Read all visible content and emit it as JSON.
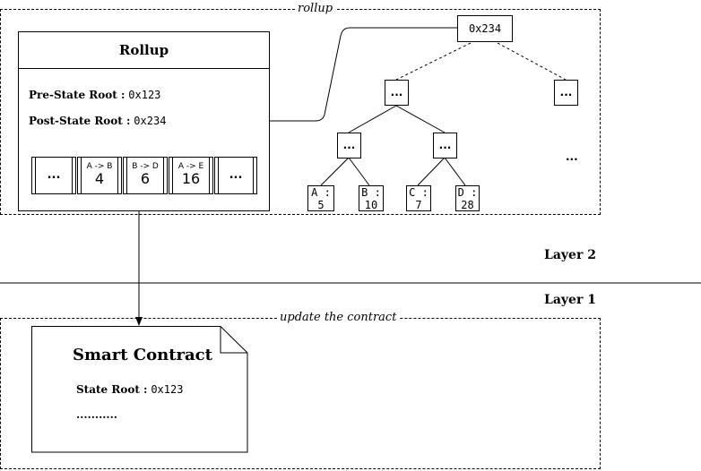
{
  "regions": {
    "rollup_label": "rollup",
    "contract_label": "update the contract"
  },
  "rollup": {
    "title": "Rollup",
    "pre_state_label": "Pre-State Root :",
    "pre_state_value": "0x123",
    "post_state_label": "Post-State Root :",
    "post_state_value": "0x234",
    "transactions": [
      {
        "top": "",
        "bottom": "...",
        "kind": "ellipsis"
      },
      {
        "top": "A -> B",
        "bottom": "4",
        "kind": "tx"
      },
      {
        "top": "B -> D",
        "bottom": "6",
        "kind": "tx"
      },
      {
        "top": "A -> E",
        "bottom": "16",
        "kind": "tx"
      },
      {
        "top": "",
        "bottom": "...",
        "kind": "ellipsis"
      }
    ]
  },
  "tree": {
    "root": "0x234",
    "level1_left": "...",
    "level1_right": "...",
    "level2_left": "...",
    "level2_right": "...",
    "more": "...",
    "leaves": [
      {
        "key": "A :",
        "value": "5"
      },
      {
        "key": "B :",
        "value": "10"
      },
      {
        "key": "C :",
        "value": "7"
      },
      {
        "key": "D :",
        "value": "28"
      }
    ]
  },
  "layers": {
    "layer2": "Layer 2",
    "layer1": "Layer 1"
  },
  "contract": {
    "title": "Smart Contract",
    "state_root_label": "State Root :",
    "state_root_value": "0x123",
    "ellipsis": "..........."
  }
}
